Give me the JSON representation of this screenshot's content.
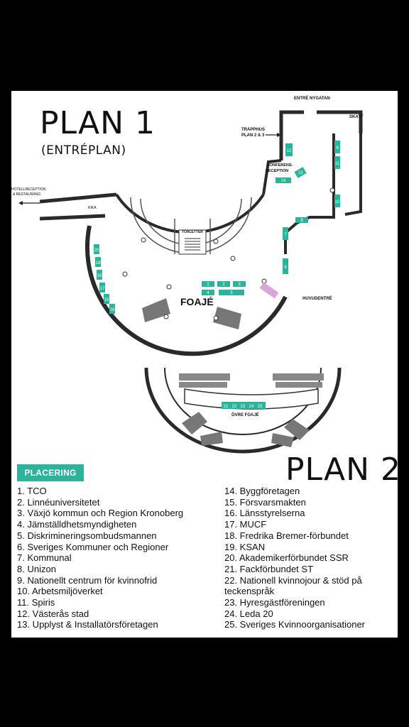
{
  "titles": {
    "plan1": "PLAN 1",
    "plan1_sub": "(ENTRÉPLAN)",
    "plan2": "PLAN 2"
  },
  "map_labels": {
    "entre_nygatan": "ENTRÉ NYGATAN",
    "skatt": "SKATT",
    "trapphus_1": "TRAPPHUS",
    "trapphus_2": "PLAN 2 & 3",
    "konferens_1": "KONFERENS-",
    "konferens_2": "RECEPTION",
    "hotell_1": "HOTELLRECEPTION",
    "hotell_2": "& RESTAURANG",
    "rika": "RIKA",
    "toaletter": "TOALETTER",
    "foaje": "FOAJÉ",
    "huvudentre": "HUVUDENTRÉ",
    "ovre_foaje": "ÖVRE FOAJÉ"
  },
  "booths": {
    "b1": "1",
    "b2": "2",
    "b3": "3",
    "b4": "4",
    "b5": "5",
    "b6": "6",
    "b7": "7",
    "b8": "8",
    "b9": "9",
    "b10": "10",
    "b11": "11",
    "b12": "12",
    "b13": "13",
    "b14": "14",
    "b15": "15",
    "b16": "16",
    "b17": "17",
    "b18": "18",
    "b19": "19",
    "b20": "20",
    "b21": "21",
    "b22": "22",
    "b23": "23",
    "b24": "24",
    "b25": "25"
  },
  "legend": {
    "heading": "PLACERING",
    "left": [
      "1. TCO",
      "2. Linnéuniversitetet",
      "3. Växjö kommun och Region Kronoberg",
      "4. Jämställdhetsmyndigheten",
      "5. Diskrimineringsombudsmannen",
      "6. Sveriges Kommuner och Regioner",
      "7. Kommunal",
      "8. Unizon",
      "9. Nationellt centrum för kvinnofrid",
      "10. Arbetsmiljöverket",
      "11. Spiris",
      "12. Västerås stad",
      "13. Upplyst & Installatörsföretagen"
    ],
    "right": [
      "14. Byggföretagen",
      "15. Försvarsmakten",
      "16. Länsstyrelserna",
      "17. MUCF",
      "18. Fredrika Bremer-förbundet",
      "19. KSAN",
      "20. Akademikerförbundet SSR",
      "21. Fackförbundet ST",
      "22. Nationell kvinnojour & stöd på",
      "teckenspråk",
      "23. Hyresgästföreningen",
      "24. Leda 20",
      "25. Sveriges Kvinnoorganisationer"
    ]
  },
  "colors": {
    "booth": "#2bb39b",
    "entrance": "#d8a7d6",
    "wall": "#2a2a2a",
    "background": "#000000",
    "sheet": "#ffffff"
  }
}
